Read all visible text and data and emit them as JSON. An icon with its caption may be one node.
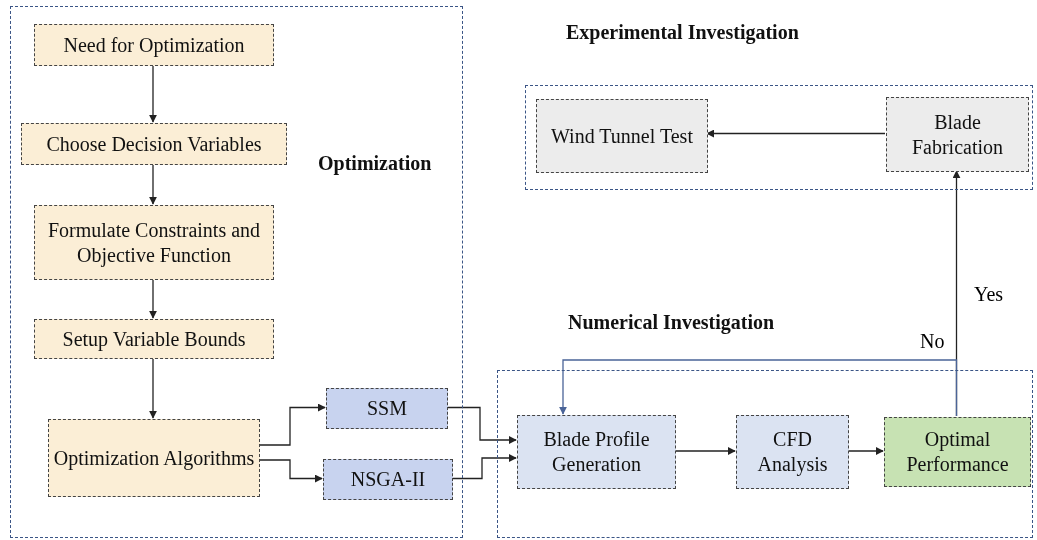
{
  "diagram": {
    "nodes": [
      {
        "text": [
          "Optimization"
        ]
      },
      {
        "text": [
          "Need for Optimization"
        ],
        "in": 0
      },
      {
        "text": [
          "Choose Decision Variables"
        ],
        "in": 0
      },
      {
        "text": [
          "Formulate Constraints and Objective Function"
        ],
        "in": 0
      },
      {
        "text": [
          "Setup Variable Bounds"
        ],
        "in": 0
      },
      {
        "text": [
          "Optimization Algorithms"
        ],
        "in": 0
      },
      {
        "text": [
          "SSM"
        ],
        "in": 0
      },
      {
        "text": [
          "NSGA-II"
        ],
        "in": 0
      },
      {
        "text": [
          "Experimental Investigation"
        ]
      },
      {
        "text": [
          "Wind Tunnel Test"
        ],
        "in": 8
      },
      {
        "text": [
          "Blade Fabrication"
        ],
        "in": 8
      },
      {
        "text": [
          "Numerical Investigation"
        ]
      },
      {
        "text": [
          "Blade Profile Generation"
        ],
        "in": 11
      },
      {
        "text": [
          "CFD Analysis"
        ],
        "in": 11
      },
      {
        "text": [
          "Optimal Performance"
        ],
        "in": 11
      }
    ],
    "edges": [
      {
        "from": 1,
        "to": 2,
        "arrow": "to"
      },
      {
        "from": 2,
        "to": 3,
        "arrow": "to"
      },
      {
        "from": 3,
        "to": 4,
        "arrow": "to"
      },
      {
        "from": 4,
        "to": 5,
        "arrow": "to"
      },
      {
        "from": 5,
        "to": 6,
        "arrow": "to"
      },
      {
        "from": 5,
        "to": 7,
        "arrow": "to"
      },
      {
        "from": 6,
        "to": 12,
        "arrow": "to"
      },
      {
        "from": 7,
        "to": 12,
        "arrow": "to"
      },
      {
        "from": 12,
        "to": 13,
        "arrow": "to"
      },
      {
        "from": 13,
        "to": 14,
        "arrow": "to"
      },
      {
        "from": 14,
        "to": 10,
        "arrow": "to",
        "label": "Yes"
      },
      {
        "from": 14,
        "to": 12,
        "arrow": "to",
        "label": "No",
        "color": "#4a6498"
      },
      {
        "from": 10,
        "to": 9,
        "arrow": "to"
      }
    ]
  }
}
